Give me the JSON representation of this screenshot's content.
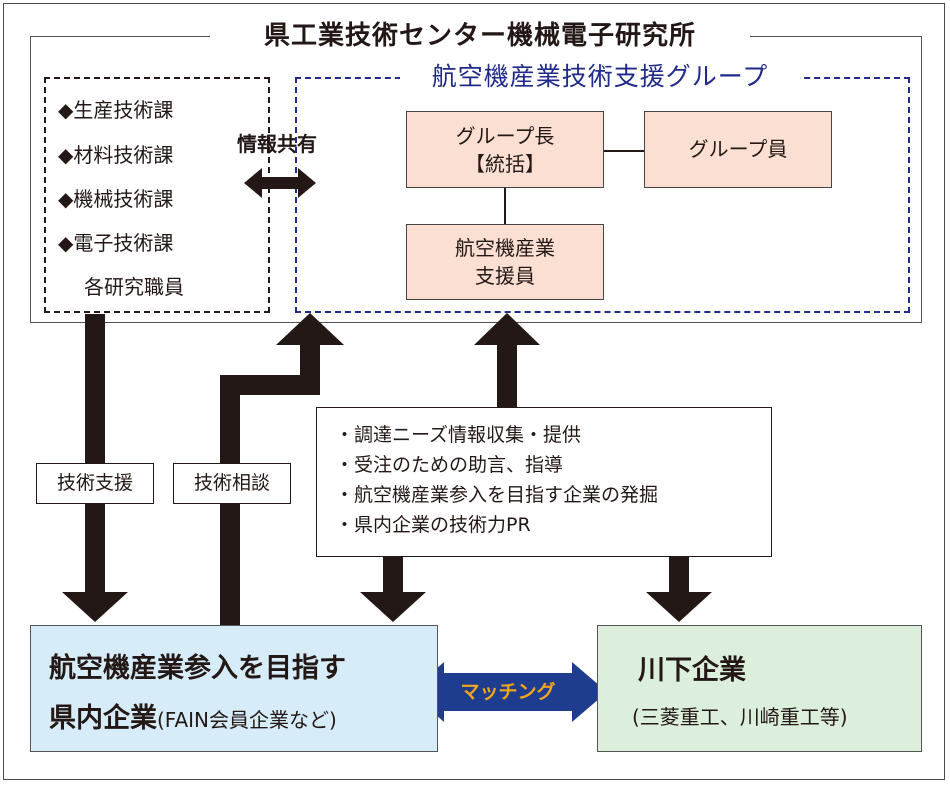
{
  "center": {
    "title": "県工業技術センター機械電子研究所",
    "departments": [
      "◆生産技術課",
      "◆材料技術課",
      "◆機械技術課",
      "◆電子技術課",
      "各研究職員"
    ],
    "info_share_label": "情報共有"
  },
  "aero_group": {
    "title": "航空機産業技術支援グループ",
    "leader_line1": "グループ長",
    "leader_line2": "【統括】",
    "member": "グループ員",
    "supporter_line1": "航空機産業",
    "supporter_line2": "支援員"
  },
  "arrow_labels": {
    "tech_support": "技術支援",
    "tech_consult": "技術相談"
  },
  "activities": [
    "・調達ニーズ情報収集・提供",
    "・受注のための助言、指導",
    "・航空機産業参入を目指す企業の発掘",
    "・県内企業の技術力PR"
  ],
  "local_companies": {
    "line1": "航空機産業参入を目指す",
    "line2_main": "県内企業",
    "line2_note": "(FAIN会員企業など)"
  },
  "downstream": {
    "title": "川下企業",
    "note": "(三菱重工、川崎重工等)"
  },
  "matching_label": "マッチング",
  "colors": {
    "aero_accent": "#1f2a8a",
    "pink_box": "#fadfd2",
    "blue_box": "#d6ecf9",
    "green_box": "#dcefdc",
    "matching_arrow": "#1f3d8f",
    "matching_text": "#f4a51c",
    "arrow": "#231815"
  }
}
